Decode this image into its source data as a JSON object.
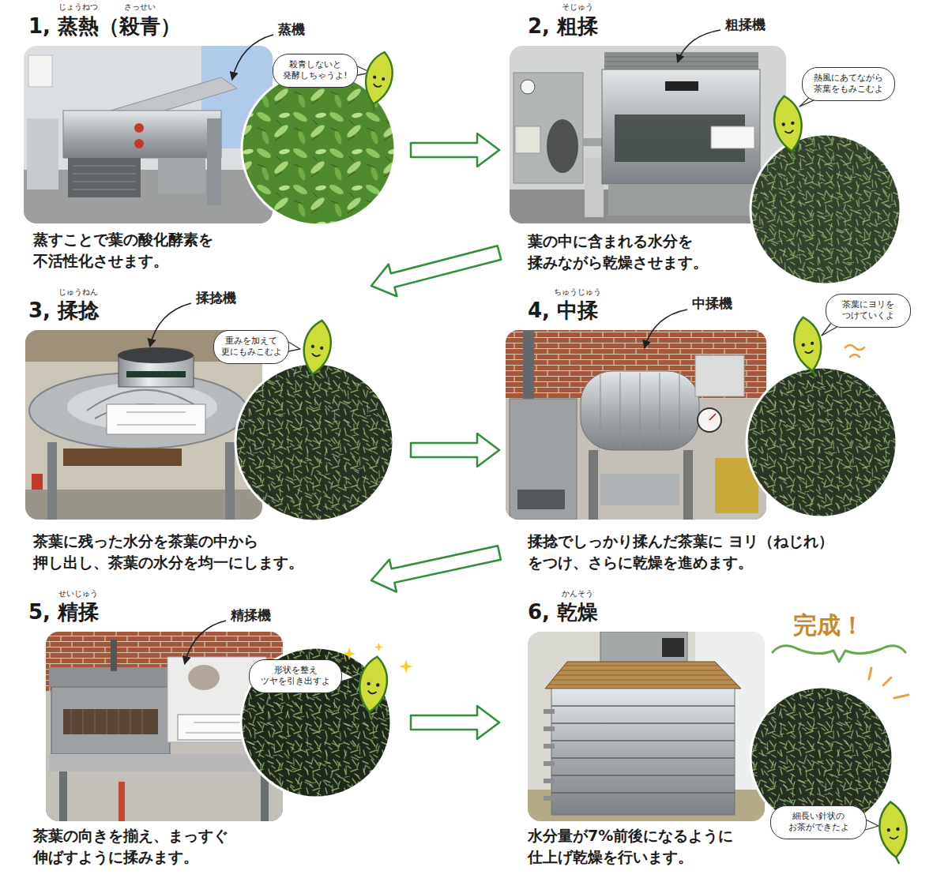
{
  "diagram": {
    "nodes": [
      {
        "text": [
          "1, 蒸熱（殺青）",
          "蒸すことで葉の酸化酵素を 不活性化させます。"
        ]
      },
      {
        "text": [
          "殺青しないと 発酵しちゃうよ!"
        ],
        "in": 0
      },
      {
        "text": [
          "2, 粗揉",
          "葉の中に含まれる水分を 揉みながら乾燥させます。"
        ]
      },
      {
        "text": [
          "熱風にあてながら 茶葉をもみこむよ"
        ],
        "in": 2
      },
      {
        "text": [
          "3, 揉捻",
          "茶葉に残った水分を茶葉の中から 押し出し、茶葉の水分を均一にします。"
        ]
      },
      {
        "text": [
          "重みを加えて 更にもみこむよ"
        ],
        "in": 4
      },
      {
        "text": [
          "4, 中揉",
          "揉捻でしっかり揉んだ茶葉に ヨリ（ねじれ）をつけ、さらに乾燥を進めます。"
        ]
      },
      {
        "text": [
          "茶葉にヨリを つけていくよ"
        ],
        "in": 6
      },
      {
        "text": [
          "5, 精揉",
          "茶葉の向きを揃え、まっすぐ 伸ばすように揉みます。"
        ]
      },
      {
        "text": [
          "形状を整え ツヤを引き出すよ"
        ],
        "in": 8
      },
      {
        "text": [
          "6, 乾燥",
          "水分量が7%前後になるように 仕上げ乾燥を行います。"
        ]
      },
      {
        "text": [
          "細長い針状の お茶ができたよ"
        ],
        "in": 10
      }
    ],
    "edges": [
      {
        "from": 0,
        "to": 2,
        "arrow": "to"
      },
      {
        "from": 2,
        "to": 4,
        "arrow": "to"
      },
      {
        "from": 4,
        "to": 6,
        "arrow": "to"
      },
      {
        "from": 6,
        "to": 8,
        "arrow": "to"
      },
      {
        "from": 8,
        "to": 10,
        "arrow": "to"
      }
    ],
    "labels": [
      "じょうねつ",
      "さっせい",
      "蒸機",
      "そじゅう",
      "粗揉機",
      "じゅうねん",
      "揉捻機",
      "ちゅうじゅう",
      "中揉機",
      "せいじゅう",
      "精揉機",
      "かんそう",
      "完成！"
    ]
  }
}
